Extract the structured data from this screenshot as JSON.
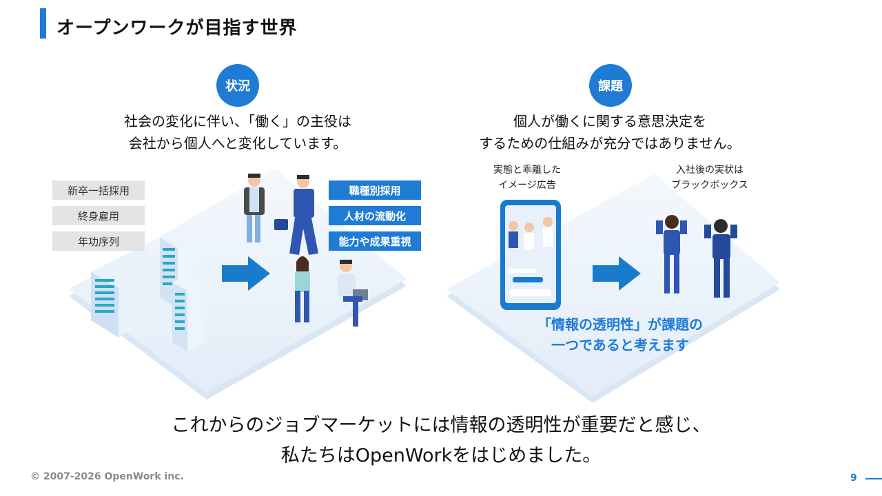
{
  "header": {
    "title": "オープンワークが目指す世界"
  },
  "left": {
    "badge": "状況",
    "caption_line1": "社会の変化に伴い、「働く」の主役は",
    "caption_line2": "会社から個人へと変化しています。",
    "old_tags": [
      "新卒一括採用",
      "終身雇用",
      "年功序列"
    ],
    "new_tags": [
      "職種別採用",
      "人材の流動化",
      "能力や成果重視"
    ]
  },
  "right": {
    "badge": "課題",
    "caption_line1": "個人が働くに関する意思決定を",
    "caption_line2": "するための仕組みが充分ではありません。",
    "label_gap_line1": "実態と乖離した",
    "label_gap_line2": "イメージ広告",
    "label_black_line1": "入社後の実状は",
    "label_black_line2": "ブラックボックス",
    "highlight_line1": "「情報の透明性」が課題の",
    "highlight_line2": "一つであると考えます"
  },
  "conclusion": {
    "line1": "これからのジョブマーケットには情報の透明性が重要だと感じ、",
    "line2": "私たちはOpenWorkをはじめました。"
  },
  "footer": {
    "copyright": "© 2007-2026 OpenWork inc.",
    "page": "9"
  },
  "colors": {
    "accent": "#1f7bd4",
    "tag_gray": "#e4e4e4",
    "platform": "#eef4fb"
  }
}
